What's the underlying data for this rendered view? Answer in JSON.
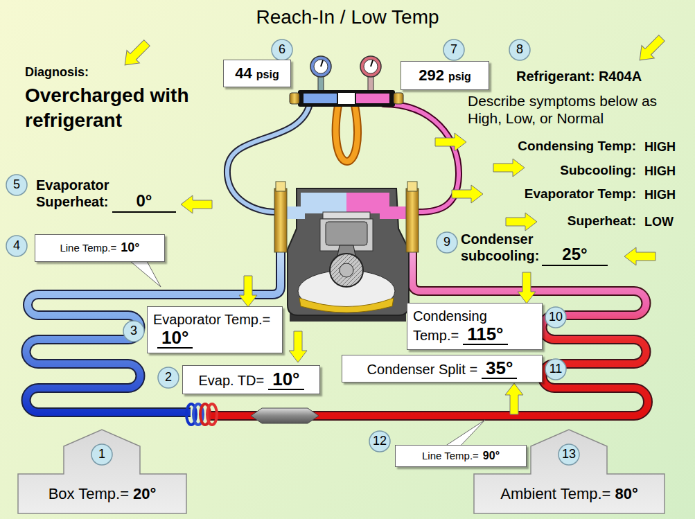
{
  "diagram": {
    "title": "Reach-In / Low Temp",
    "nodes": [
      {
        "text": [
          "6"
        ]
      },
      {
        "text": [
          "44",
          "psig"
        ]
      },
      {
        "text": [
          "7"
        ]
      },
      {
        "text": [
          "292",
          "psig"
        ]
      },
      {
        "text": [
          "8"
        ]
      },
      {
        "text": [
          "5"
        ]
      },
      {
        "text": [
          "4"
        ]
      },
      {
        "text": [
          "Line Temp.=",
          "10°"
        ]
      },
      {
        "text": [
          "9"
        ]
      },
      {
        "text": [
          "3"
        ]
      },
      {
        "text": [
          "Evaporator Temp.=",
          "10°"
        ]
      },
      {
        "text": [
          "10"
        ]
      },
      {
        "text": [
          "Condensing Temp.=",
          "115°"
        ]
      },
      {
        "text": [
          "2"
        ]
      },
      {
        "text": [
          "Evap. TD=",
          "10°"
        ]
      },
      {
        "text": [
          "Condenser Split =",
          "35°"
        ]
      },
      {
        "text": [
          "11"
        ]
      },
      {
        "text": [
          "12"
        ]
      },
      {
        "text": [
          "Line Temp.=",
          "90°"
        ]
      },
      {
        "text": [
          "Box Temp.=",
          "20°"
        ]
      },
      {
        "text": [
          "1"
        ],
        "in": 19
      },
      {
        "text": [
          "Ambient Temp.=",
          "80°"
        ]
      },
      {
        "text": [
          "13"
        ],
        "in": 21
      }
    ],
    "labels": [
      "Diagnosis:",
      "Overcharged with refrigerant",
      "Refrigerant: R404A",
      "Describe symptoms below as High, Low, or Normal",
      "Condensing Temp:",
      "HIGH",
      "Subcooling:",
      "HIGH",
      "Evaporator Temp:",
      "HIGH",
      "Superheat:",
      "LOW",
      "Evaporator Superheat:",
      "0°",
      "Condenser subcooling:",
      "25°"
    ]
  }
}
